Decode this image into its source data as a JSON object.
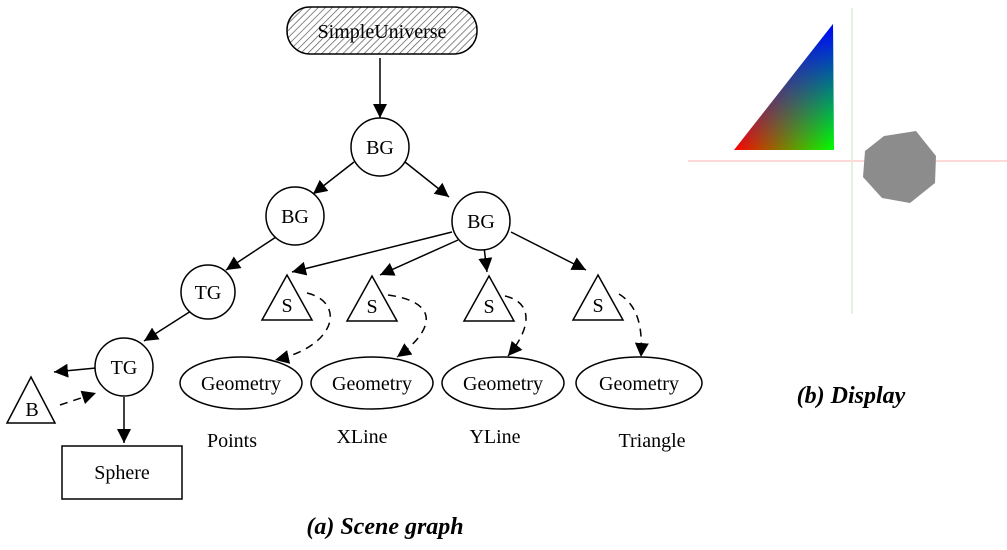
{
  "scene_graph": {
    "root": "SimpleUniverse",
    "branch_group": "BG",
    "transform_group": "TG",
    "behavior": "B",
    "shape": "S",
    "leaf": "Sphere",
    "geometry": "Geometry",
    "geometry_labels": [
      "Points",
      "XLine",
      "YLine",
      "Triangle"
    ],
    "caption": "(a) Scene graph"
  },
  "display": {
    "caption": "(b) Display",
    "colors": {
      "triangle_red": "#ff0000",
      "triangle_green": "#00ff00",
      "triangle_blue": "#0000ff",
      "sphere": "#8c8c8c",
      "axis_x": "#ffcccc",
      "axis_y": "#d6f0d6"
    }
  }
}
